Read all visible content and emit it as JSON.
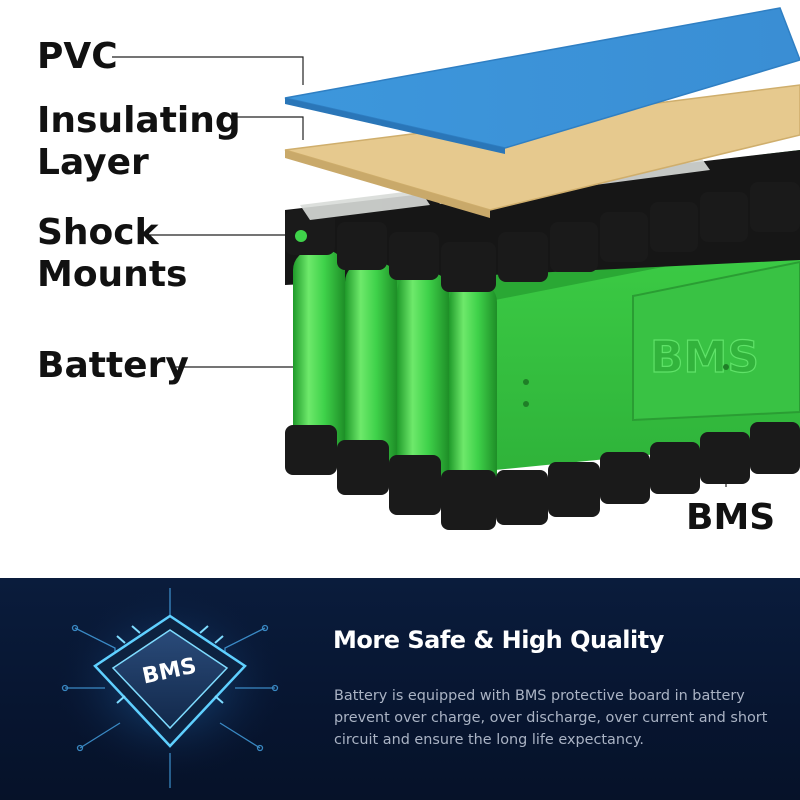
{
  "labels": {
    "pvc": "PVC",
    "insulating_line1": "Insulating",
    "insulating_line2": "Layer",
    "shock_line1": "Shock",
    "shock_line2": "Mounts",
    "battery": "Battery",
    "bms": "BMS"
  },
  "bms_panel_text": "BMS",
  "chip_text": "BMS",
  "headline": "More Safe & High Quality",
  "description": "Battery is equipped with BMS protective board in battery prevent over charge, over discharge, over current and short circuit and ensure the long life expectancy.",
  "colors": {
    "pvc": "#3a90d6",
    "insulating_layer": "#e6c98e",
    "battery_green": "#3fd24a",
    "holder_black": "#151515",
    "banner_bg": "#071530",
    "chip_glow": "#5fd0ff"
  }
}
